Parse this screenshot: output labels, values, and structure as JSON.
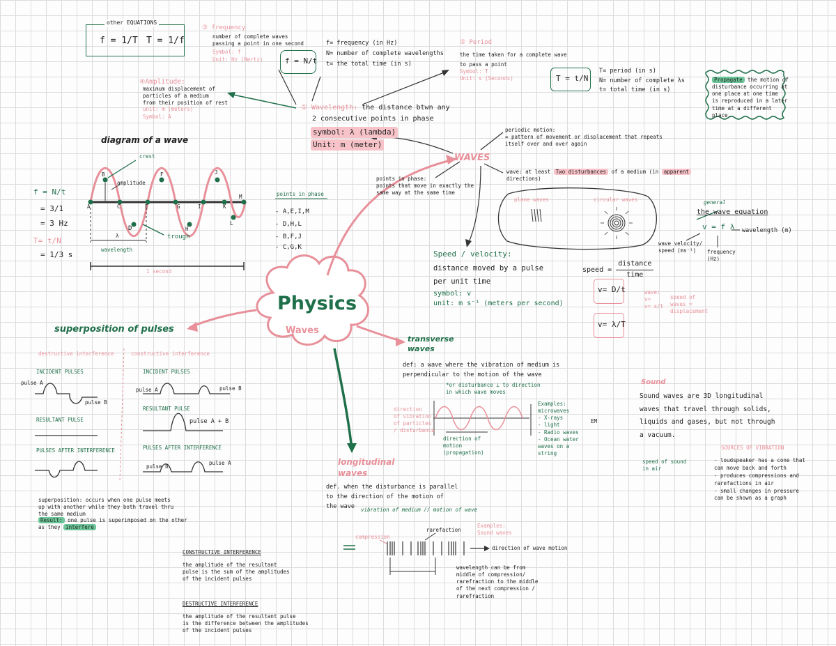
{
  "other_equations": {
    "heading": "other EQUATIONS",
    "f_eq": "f = 1/T",
    "T_eq": "T = 1/f"
  },
  "frequency": {
    "title": "③ frequency",
    "def": "number of complete waves\npassing a point in one second",
    "symbol": "Symbol: f",
    "unit": "Unit: Hz (Hertz)",
    "formula": "f = N/t",
    "legend": "f= frequency (in Hz)\nN= number of complete wavelengths\nt= the total time (in s)"
  },
  "period": {
    "title": "② Period",
    "def": "the time taken for a complete wave\nto pass a point",
    "symbol": "Symbol: T",
    "unit": "Unit: s (Seconds)",
    "formula": "T = t/N",
    "legend": "T= period (in s)\nN= number of complete λs\nt= total time (in s)"
  },
  "propagation": {
    "label": "Propagate",
    "text": " the motion of\ndisturbance occurring at\none place at one time\nis reproduced in a later\ntime at a different\nplace."
  },
  "amplitude": {
    "title": "④Amplitude:",
    "def": "maximum displacement of\nparticles of a medium\nfrom their position of rest",
    "unit": "unit: m (meters)",
    "symbol": "Symbol: A"
  },
  "wavelength": {
    "title": "① Wavelength:",
    "def1": " the distance btwn any",
    "def2": "2 consecutive points in phase",
    "symbol": "symbol: λ (lambda)",
    "unit": "Unit: m (meter)"
  },
  "periodic_motion": {
    "title": "periodic motion:",
    "def": "= pattern of movement or displacement that repeats\nitself over and over again"
  },
  "waves_node": "WAVES",
  "wave_def": {
    "prefix": "wave: at least ",
    "hl1": "Two disturbances",
    "mid": " of a medium (in ",
    "hl2": "apparent",
    "tail": "\ndirections)"
  },
  "points_in_phase_def": "points in phase:\npoints that move in exactly the\nsame way at the same time",
  "diagram": {
    "title": "diagram of a wave",
    "crest": "crest",
    "amplitude": "amplitude",
    "trough": "trough",
    "wavelength_label": "wavelength",
    "lambda": "λ",
    "one_second": "1 second",
    "points": [
      "A",
      "B",
      "C",
      "D",
      "E",
      "F",
      "G",
      "H",
      "I",
      "J",
      "K",
      "L",
      "M"
    ]
  },
  "points_in_phase_list": {
    "heading": "points in phase",
    "items": [
      "- A,E,I,M",
      "- D,H,L",
      "- B,F,J",
      "- C,G,K"
    ]
  },
  "calc": {
    "f_lines": [
      "f = N/t",
      "= 3/1",
      "= 3 Hz"
    ],
    "T_lines": [
      "T= t/N",
      "= 1/3 s"
    ]
  },
  "plane_waves": "plane waves",
  "circular_waves": "circular waves",
  "general_eq": {
    "general": "general",
    "title": "the wave equation",
    "formula": "v = f λ",
    "wavelength": "wavelength (m)",
    "velocity": "wave velocity/\nspeed (ms⁻¹)",
    "frequency": "frequency\n(Hz)"
  },
  "speed": {
    "title": "Speed / velocity:",
    "def": "distance moved by a pulse\nper unit time",
    "symbol": "symbol: v",
    "unit": "unit: m s⁻¹ (meters per second)",
    "formula_label": "speed =",
    "formula_num": "distance",
    "formula_den": "time",
    "box1": "v= D/t",
    "box2": "v= λ/T",
    "side_left": "wave:\nv=\nv= x/t",
    "side_right": "speed of\nwaves =\ndisplacement"
  },
  "center": {
    "title": "Physics",
    "subtitle": "Waves"
  },
  "superposition": {
    "title": "superposition of pulses",
    "destructive": "destructive interference",
    "constructive": "constructive interference",
    "incident": "INCIDENT PULSES",
    "resultant": "RESULTANT PULSE",
    "after": "PULSES AFTER INTERFERENCE",
    "pulse_a": "pulse A",
    "pulse_b": "pulse B",
    "a_plus_b": "pulse A + B",
    "def": "superposition: occurs when one pulse meets\nup with another while they both travel thru\nthe same medium",
    "result_label": "Result:",
    "result_text": " one pulse is superimposed on the other\nas they ",
    "interfere": "interfere"
  },
  "interference_defs": {
    "constructive_title": "CONSTRUCTIVE INTERFERENCE",
    "constructive_text": "the amplitude of the resultant\npulse is the sum of the amplitudes\nof the incident pulses",
    "destructive_title": "DESTRUCTIVE INTERFERENCE",
    "destructive_text": "the amplitude of the resultant pulse\nis the difference between the amplitudes\nof the incident pulses"
  },
  "transverse": {
    "title": "transverse\nwaves",
    "def": "def: a wave where the vibration of medium is\nperpendicular to the motion of the wave",
    "note": "*or disturbance ⊥ to direction\nin which wave moves",
    "dir_vibration": "direction\nof vibration\nof particles\n/ disturbance",
    "dir_motion": "direction of\nmotion\n(propagation)",
    "examples": "Examples:\nmicrowaves\n- X-rays\n- light\n- Radio waves\n- Ocean water\nwaves on a\nstring",
    "em": "EM"
  },
  "longitudinal": {
    "title": "longitudinal\nwaves",
    "def": "def. when the disturbance is parallel\nto the direction of the motion of\nthe wave",
    "sub": "vibration of medium // motion of wave",
    "compression": "compression",
    "rarefaction": "rarefaction",
    "examples": "Examples:\nSound waves",
    "direction": "direction of wave motion",
    "wavelength_note": "wavelength can be from\nmiddle of compression/\nrarefraction to the middle\nof the next compression /\nrarefraction"
  },
  "sound": {
    "title": "Sound",
    "text": "Sound waves are 3D longitudinal\nwaves that travel through solids,\nliquids and gases, but not through\na vacuum.",
    "speed": "speed of sound\nin air",
    "sources_title": "SOURCES OF VIBRATION",
    "sources": "- loudspeaker has a cone that\n  can move back and forth\n- produces compressions and\n  rarefactions in air\n- small changes in pressure\n  can be shown as a graph"
  },
  "colors": {
    "pink": "#e8909a",
    "green": "#1f6f4a",
    "highlight_pink": "#f7c3c9",
    "highlight_green": "#6dc69a"
  }
}
